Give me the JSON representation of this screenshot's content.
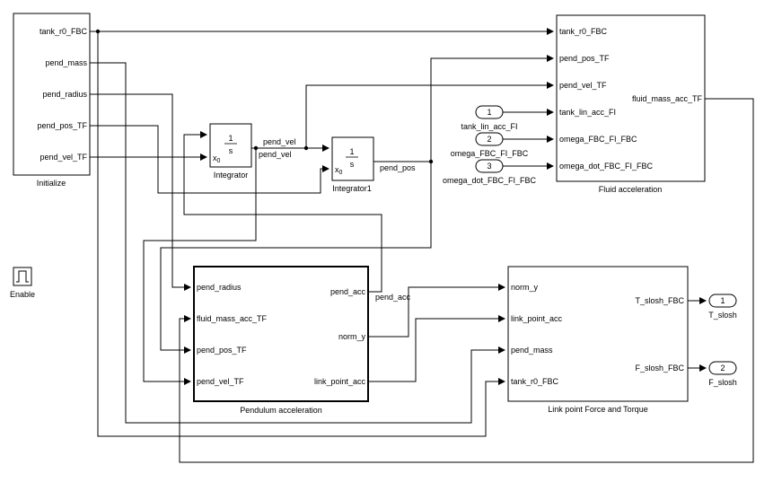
{
  "blocks": {
    "initialize": {
      "title": "Initialize",
      "outputs": [
        "tank_r0_FBC",
        "pend_mass",
        "pend_radius",
        "pend_pos_TF",
        "pend_vel_TF"
      ]
    },
    "integrator": {
      "title": "Integrator",
      "num": "1",
      "den": "s",
      "ic": "x",
      "ic_sub": "0"
    },
    "integrator1": {
      "title": "Integrator1",
      "num": "1",
      "den": "s",
      "ic": "x",
      "ic_sub": "0"
    },
    "fluid_acceleration": {
      "title": "Fluid acceleration",
      "inputs": [
        "tank_r0_FBC",
        "pend_pos_TF",
        "pend_vel_TF",
        "tank_lin_acc_FI",
        "omega_FBC_FI_FBC",
        "omega_dot_FBC_FI_FBC"
      ],
      "output": "fluid_mass_acc_TF"
    },
    "pendulum_acceleration": {
      "title": "Pendulum acceleration",
      "inputs": [
        "pend_radius",
        "fluid_mass_acc_TF",
        "pend_pos_TF",
        "pend_vel_TF"
      ],
      "outputs": [
        "pend_acc",
        "norm_y",
        "link_point_acc"
      ]
    },
    "link_point": {
      "title": "Link point Force and Torque",
      "inputs": [
        "norm_y",
        "link_point_acc",
        "pend_mass",
        "tank_r0_FBC"
      ],
      "outputs": [
        "T_slosh_FBC",
        "F_slosh_FBC"
      ]
    },
    "enable": {
      "title": "Enable"
    }
  },
  "inports": [
    {
      "num": "1",
      "label": "tank_lin_acc_FI"
    },
    {
      "num": "2",
      "label": "omega_FBC_FI_FBC"
    },
    {
      "num": "3",
      "label": "omega_dot_FBC_FI_FBC"
    }
  ],
  "outports": [
    {
      "num": "1",
      "label": "T_slosh"
    },
    {
      "num": "2",
      "label": "F_slosh"
    }
  ],
  "signals": {
    "pend_vel_a": "pend_vel",
    "pend_vel_b": "pend_vel",
    "pend_pos": "pend_pos",
    "pend_acc": "pend_acc"
  }
}
